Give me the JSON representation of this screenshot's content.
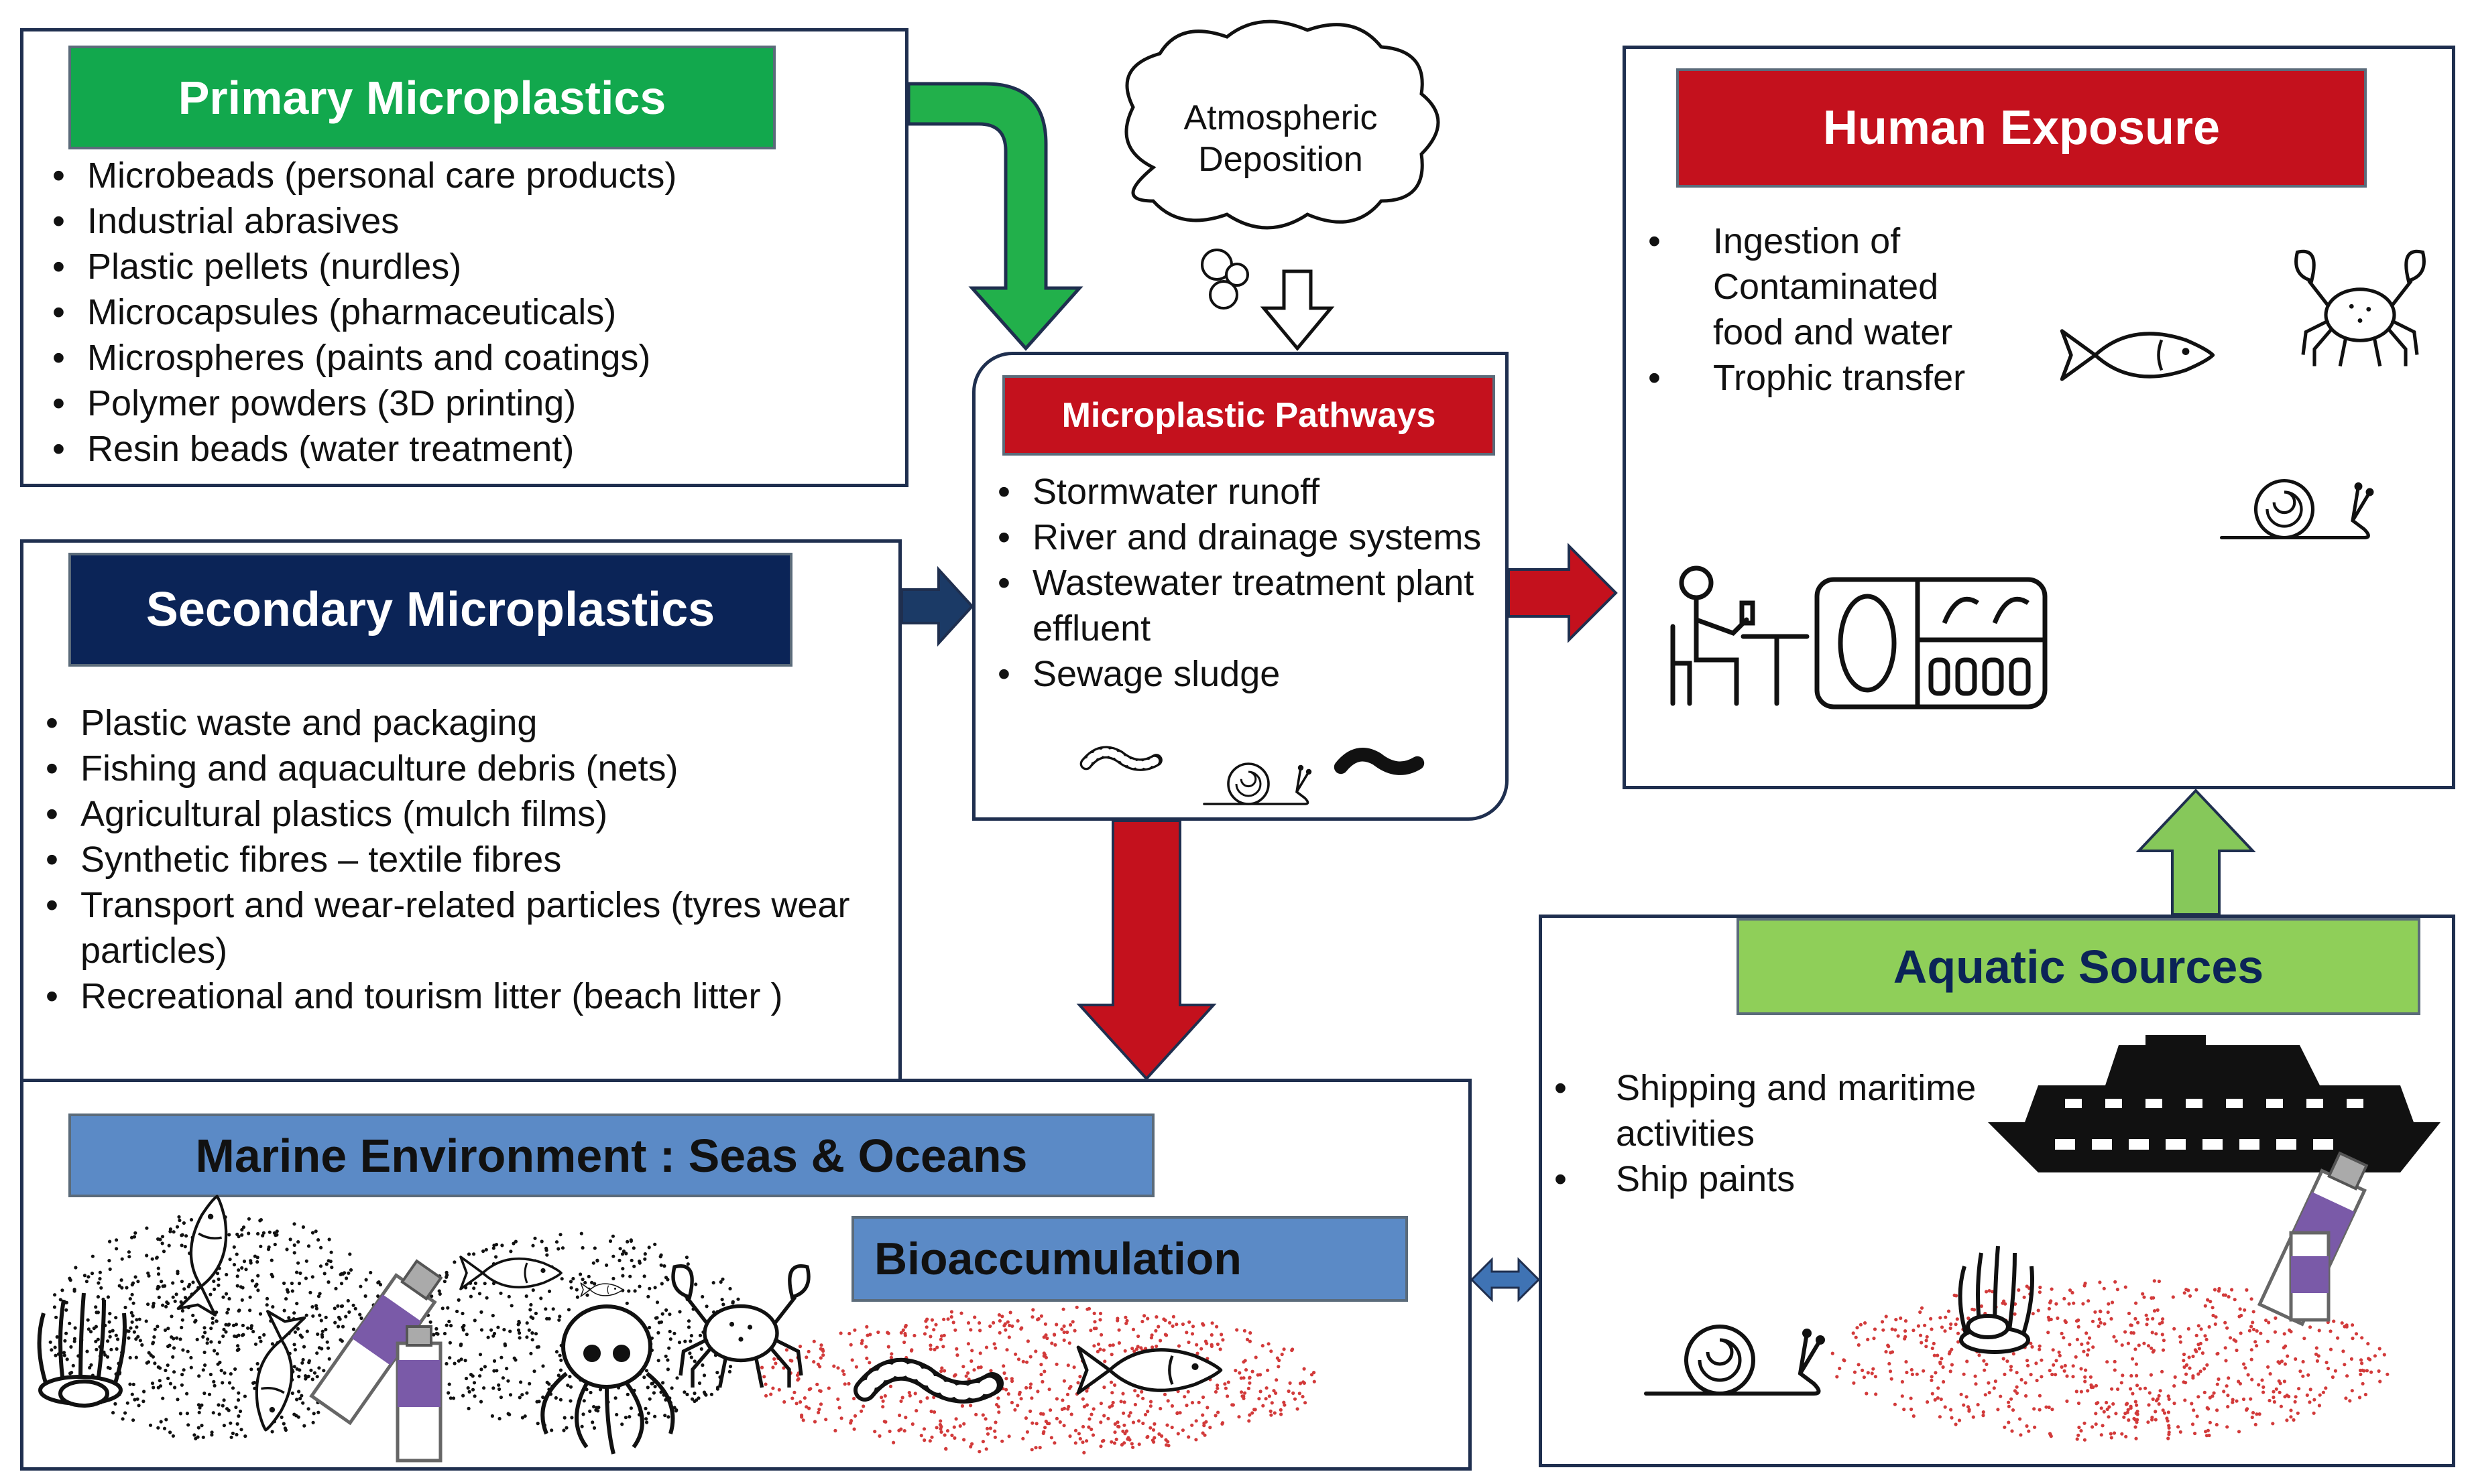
{
  "colors": {
    "primary_banner": "#12a84d",
    "secondary_banner": "#0b2457",
    "human_banner": "#c4111d",
    "pathways_banner": "#c4111d",
    "marine_banner": "#5b8ac6",
    "aquatic_banner": "#8fcf59",
    "green_arrow": "#22b04b",
    "navy_arrow": "#1b3a66",
    "red_arrow": "#c4111d",
    "light_green_arrow": "#86c85a",
    "dbl_arrow": "#3f73b4"
  },
  "primary": {
    "title": "Primary Microplastics",
    "items": [
      "Microbeads (personal care products)",
      "Industrial abrasives",
      "Plastic pellets (nurdles)",
      "Microcapsules (pharmaceuticals)",
      "Microspheres (paints and coatings)",
      "Polymer powders (3D printing)",
      "Resin beads (water treatment)"
    ]
  },
  "secondary": {
    "title": "Secondary Microplastics",
    "items": [
      "Plastic waste and packaging",
      "Fishing and aquaculture debris (nets)",
      "Agricultural plastics (mulch films)",
      "Synthetic fibres – textile fibres",
      "Transport and wear-related particles (tyres wear particles)",
      "Recreational and tourism litter (beach litter )"
    ]
  },
  "atmospheric": {
    "label_line1": "Atmospheric",
    "label_line2": "Deposition"
  },
  "pathways": {
    "title": "Microplastic Pathways",
    "items": [
      "Stormwater runoff",
      "River and drainage systems",
      "Wastewater treatment plant effluent",
      "Sewage sludge"
    ]
  },
  "human": {
    "title": "Human Exposure",
    "items": [
      "Ingestion of Contaminated food and water",
      "Trophic transfer"
    ]
  },
  "aquatic": {
    "title": "Aquatic Sources",
    "items": [
      "Shipping and maritime activities",
      "Ship paints"
    ]
  },
  "marine": {
    "title": "Marine Environment : Seas & Oceans",
    "bioaccumulation": "Bioaccumulation"
  },
  "icons": [
    "cloud-icon",
    "fish-icon",
    "crab-icon",
    "snail-icon",
    "worm-icon",
    "person-eating-icon",
    "food-tray-icon",
    "ship-icon",
    "paint-tube-icon",
    "anemone-icon",
    "octopus-icon"
  ]
}
